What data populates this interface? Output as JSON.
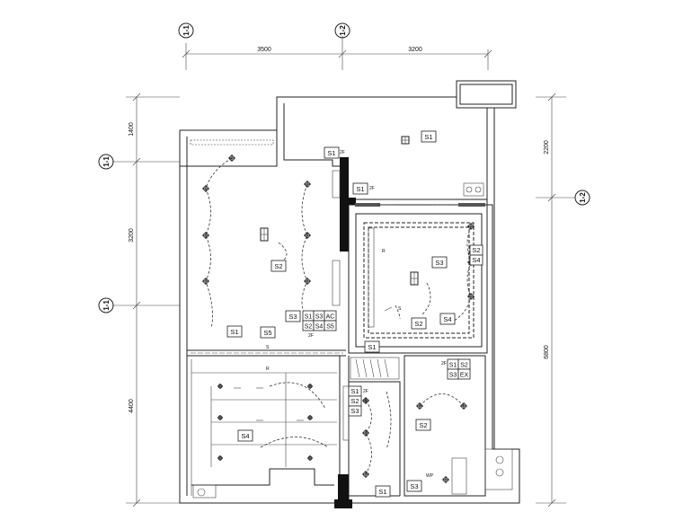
{
  "drawing": {
    "axes": {
      "a1": "1-1",
      "a2": "1-2",
      "b": "1-1",
      "c": "1-1",
      "d": "1-2"
    },
    "dimensions": {
      "top_left": "3500",
      "top_right": "3200",
      "left_1": "1400",
      "left_2": "3200",
      "left_3": "4400",
      "right_1": "2200",
      "right_2": "6800"
    },
    "switch_tags": {
      "s1_balcony": "S1",
      "s1_top": "S1",
      "s1_mid": "S1",
      "s2_living": "S2",
      "s3_living": "S3",
      "s1_living_low": "S1",
      "s5_living": "S5",
      "s3_bed": "S3",
      "s2_bed": "S2",
      "s4_bed_right": "S4",
      "s2_bed_right": "S2",
      "s4_bed_low": "S4",
      "s1_bed_low": "S1",
      "s4_dining": "S4",
      "s1_hall": "S1",
      "s2_hall": "S2",
      "s3_hall": "S3",
      "s1_hall_low": "S1",
      "s2_bath": "S2",
      "s3_bath": "S3"
    },
    "panel_a": [
      "S1",
      "S3",
      "AC",
      "S2",
      "S4",
      "S5"
    ],
    "panel_b": [
      "S1",
      "S2",
      "S3",
      "EX"
    ],
    "notes": {
      "n1": "2F",
      "n2": "2F",
      "n3": "2F",
      "n4": "2F",
      "n5": "2F",
      "n6": "2F",
      "n7": "R",
      "n8": "S",
      "n9": "R",
      "n10": "S",
      "n11": "WP"
    }
  }
}
